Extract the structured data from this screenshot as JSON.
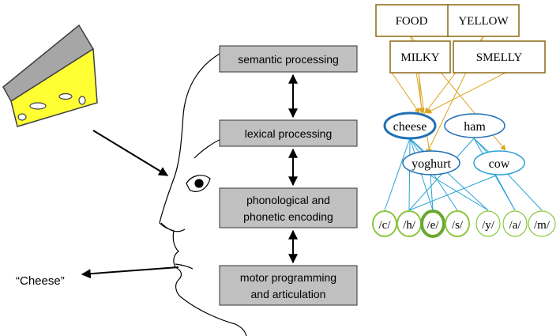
{
  "stages": [
    {
      "label_line1": "semantic processing",
      "label_line2": ""
    },
    {
      "label_line1": "lexical processing",
      "label_line2": ""
    },
    {
      "label_line1": "phonological and",
      "label_line2": "phonetic encoding"
    },
    {
      "label_line1": "motor programming",
      "label_line2": "and articulation"
    }
  ],
  "output_word": "“Cheese”",
  "features": [
    "FOOD",
    "YELLOW",
    "MILKY",
    "SMELLY"
  ],
  "words": [
    "cheese",
    "ham",
    "yoghurt",
    "cow"
  ],
  "phonemes": [
    "/c/",
    "/h/",
    "/e/",
    "/s/",
    "/y/",
    "/a/",
    "/m/"
  ],
  "colors": {
    "stage_box": "#c0c0c0",
    "feature_border": "#8b6914",
    "feature_arrow": "#daa520",
    "word_border": "#1f6fb4",
    "word_line": "#29a3d6",
    "phoneme_border": "#8cc63f",
    "cheese_fill": "#ffff33",
    "cheese_top": "#a6a6a6"
  }
}
